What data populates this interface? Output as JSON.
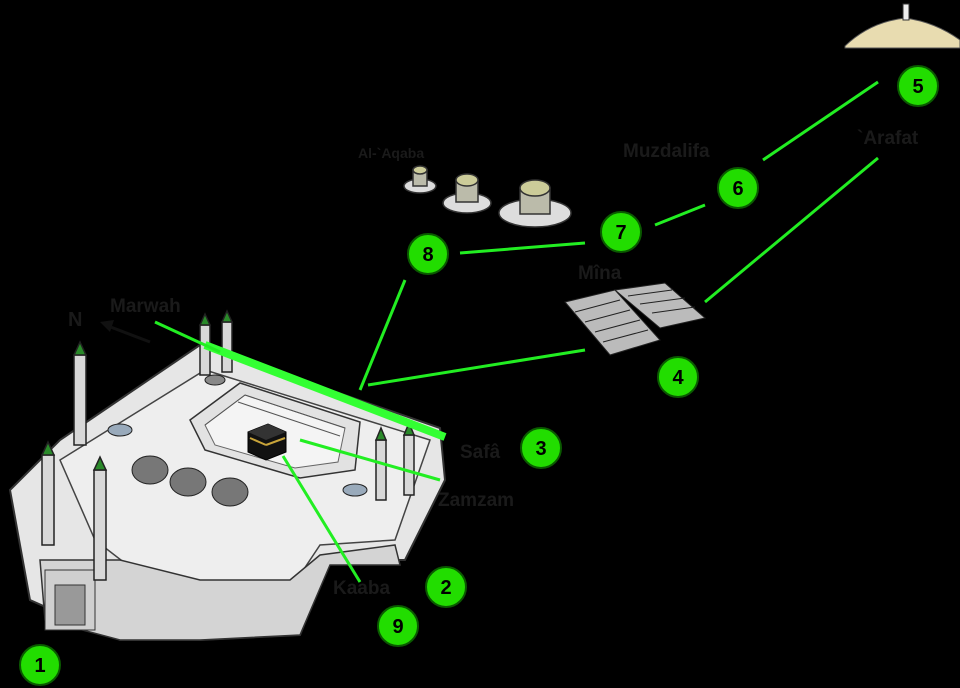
{
  "labels": {
    "north": "N",
    "marwah": "Marwah",
    "safa": "Safâ",
    "zamzam": "Zamzam",
    "kaaba": "Kaaba",
    "mina": "Mîna",
    "muzdalifa": "Muzdalifa",
    "arafat": "`Arafat",
    "aqaba": "Al-`Aqaba"
  },
  "steps": [
    "1",
    "2",
    "3",
    "4",
    "5",
    "6",
    "7",
    "8",
    "9"
  ],
  "colors": {
    "route": "#22ee22",
    "marker_fill": "#22dd00",
    "marker_stroke": "#0a5a00",
    "background": "#000000"
  }
}
